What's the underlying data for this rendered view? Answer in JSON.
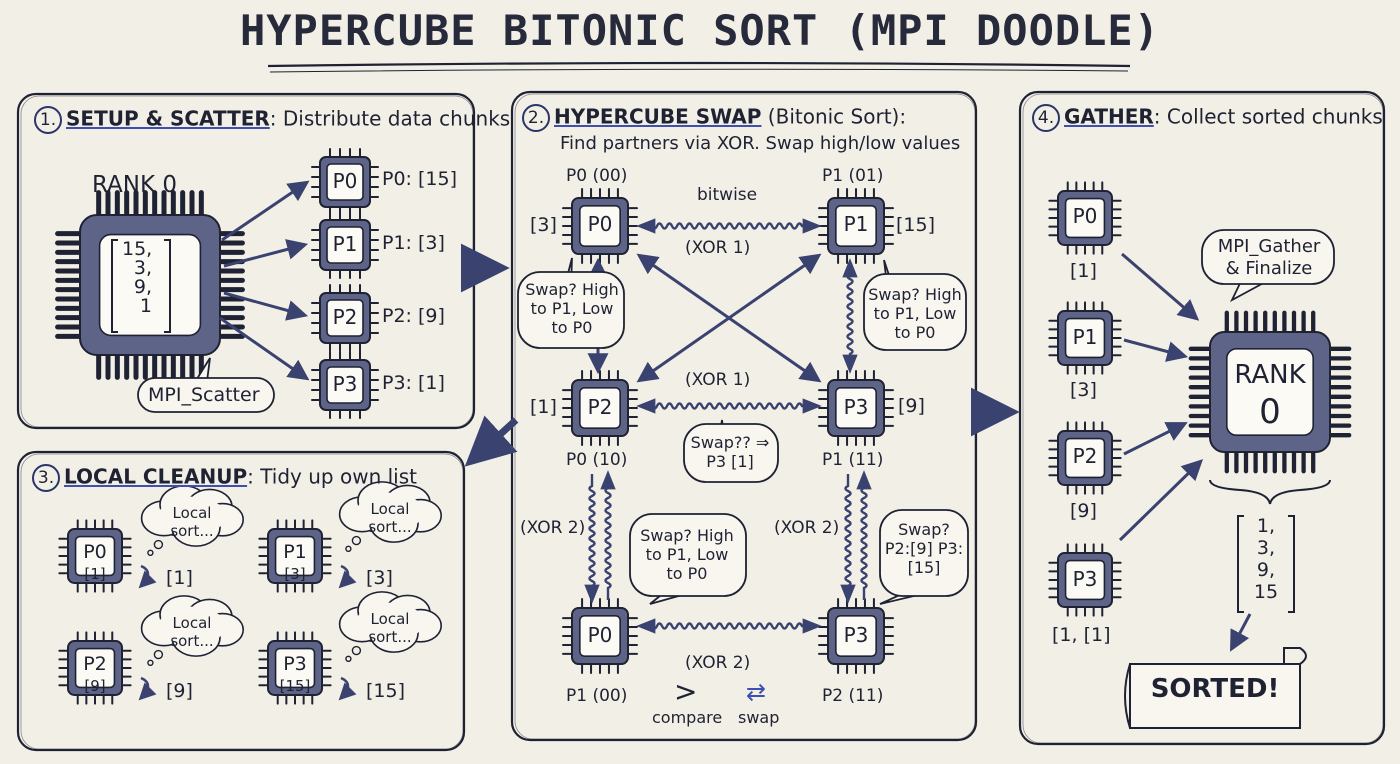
{
  "title": "HYPERCUBE BITONIC SORT (MPI DOODLE)",
  "panel1": {
    "num": "1.",
    "heading": "SETUP & SCATTER",
    "subtitle": ": Distribute data chunks",
    "rank_label": "RANK 0",
    "matrix": [
      "15,",
      "3,",
      "9,",
      "1"
    ],
    "bubble": "MPI_Scatter",
    "chips": [
      {
        "label": "P0",
        "value": "P0: [15]"
      },
      {
        "label": "P1",
        "value": "P1: [3]"
      },
      {
        "label": "P2",
        "value": "P2: [9]"
      },
      {
        "label": "P3",
        "value": "P3: [1]"
      }
    ]
  },
  "panel2": {
    "num": "2.",
    "heading": "HYPERCUBE SWAP",
    "heading_rest": " (Bitonic Sort):",
    "subtitle": "Find partners via XOR. Swap high/low values",
    "nodes": {
      "tl": {
        "chip": "P0",
        "top": "P0 (00)",
        "val": "[3]"
      },
      "tr": {
        "chip": "P1",
        "top": "P1 (01)",
        "val": "[15]"
      },
      "ml": {
        "chip": "P2",
        "bottom": "P0 (10)",
        "val": "[1]"
      },
      "mr": {
        "chip": "P3",
        "bottom": "P1 (11)",
        "val": "[9]"
      },
      "bl": {
        "chip": "P0",
        "bottom": "P1 (00)"
      },
      "br": {
        "chip": "P3",
        "bottom": "P2 (11)"
      }
    },
    "edge_labels": {
      "top_a": "bitwise",
      "top_b": "(XOR 1)",
      "mid": "(XOR 1)",
      "left": "(XOR 2)",
      "right": "(XOR 2)",
      "bottom": "(XOR 2)"
    },
    "bubbles": {
      "left": "Swap? High to P1, Low to P0",
      "right": "Swap? High to P1, Low to P0",
      "center": "Swap?? ⇒ P3 [1]",
      "lower_left": "Swap? High to P1, Low to P0",
      "lower_right": "Swap? P2:[9] P3:[15]"
    },
    "legend": {
      "compare_symbol": ">",
      "compare": "compare",
      "swap_symbol": "⇄",
      "swap": "swap"
    }
  },
  "panel3": {
    "num": "3.",
    "heading": "LOCAL CLEANUP",
    "subtitle": ": Tidy up own list",
    "cards": [
      {
        "chip": "P0",
        "inner": "[1]",
        "result": "[1]",
        "thought": "Local sort..."
      },
      {
        "chip": "P1",
        "inner": "[3]",
        "result": "[3]",
        "thought": "Local sort..."
      },
      {
        "chip": "P2",
        "inner": "[9]",
        "result": "[9]",
        "thought": "Local sort..."
      },
      {
        "chip": "P3",
        "inner": "[15]",
        "result": "[15]",
        "thought": "Local sort..."
      }
    ]
  },
  "panel4": {
    "num": "4.",
    "heading": "GATHER",
    "subtitle": ": Collect sorted chunks",
    "chips": [
      {
        "chip": "P0",
        "val": "[1]"
      },
      {
        "chip": "P1",
        "val": "[3]"
      },
      {
        "chip": "P2",
        "val": "[9]"
      },
      {
        "chip": "P3",
        "val": "[1, [1]"
      }
    ],
    "bubble": "MPI_Gather & Finalize",
    "rank_line1": "RANK",
    "rank_line2": "0",
    "result": [
      "1,",
      "3,",
      "9,",
      "15"
    ],
    "banner": "SORTED!"
  },
  "colors": {
    "ink": "#1e2233",
    "accent": "#3d4fb0",
    "chip": "#5d6488",
    "paper": "#f2efe6"
  }
}
